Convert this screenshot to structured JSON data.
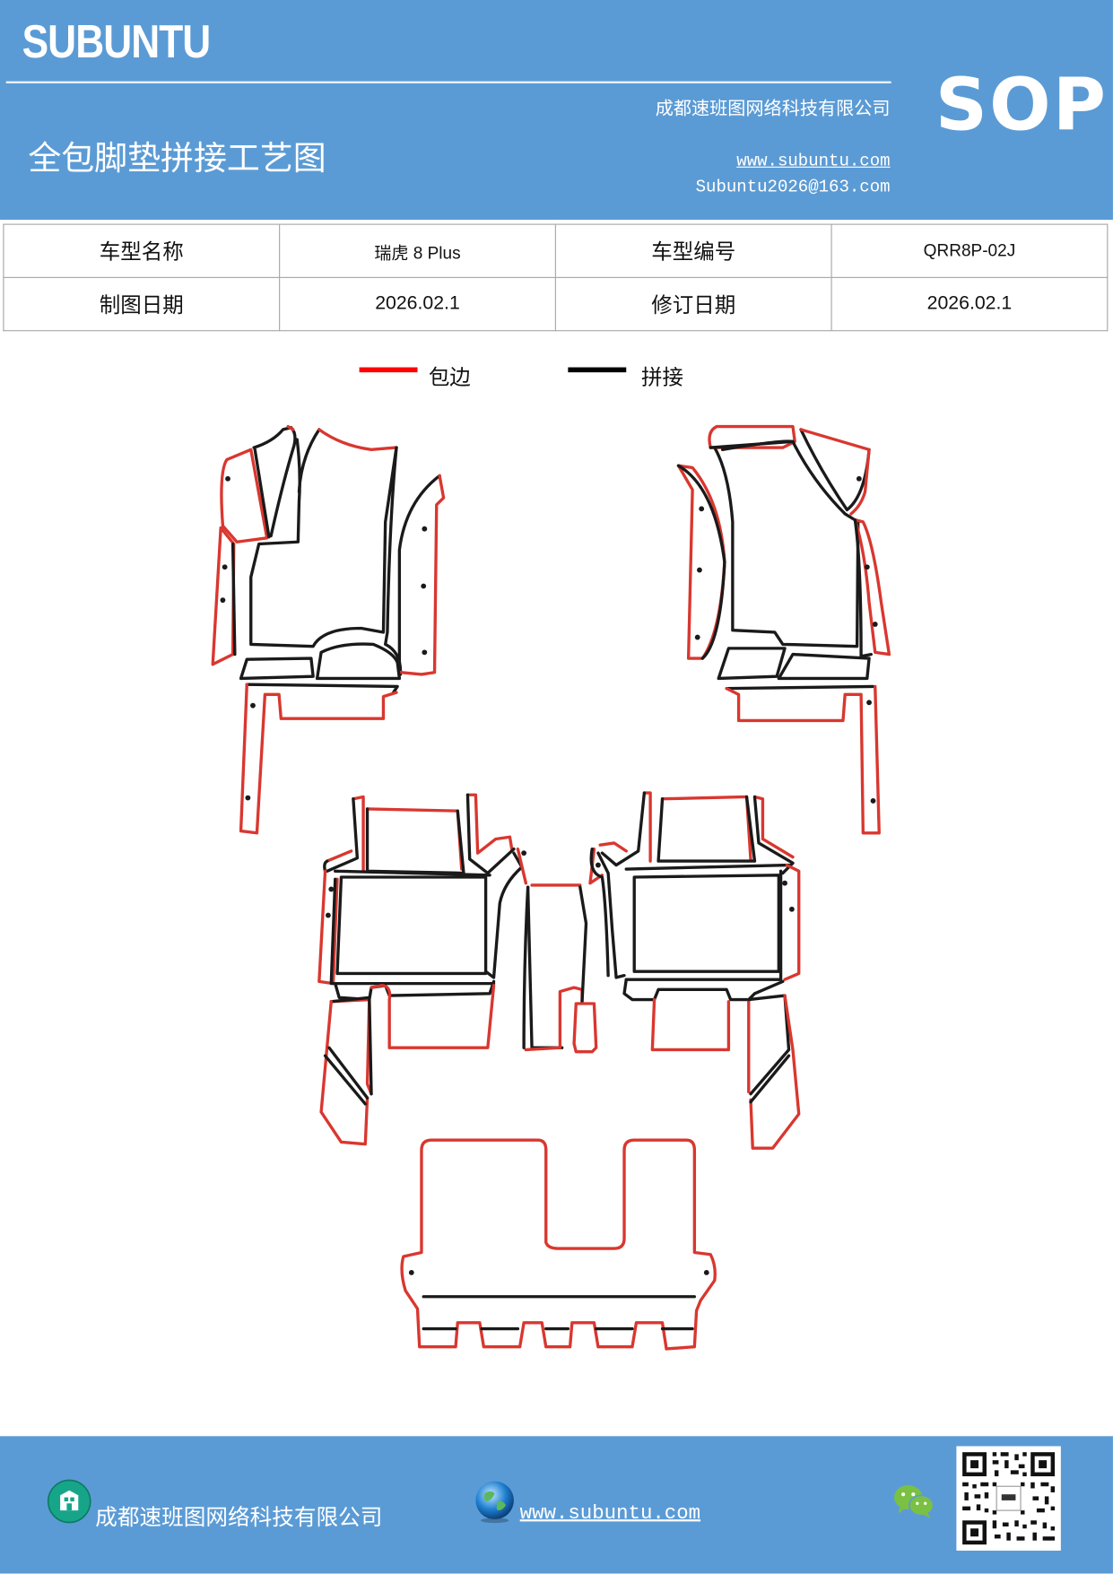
{
  "header": {
    "brand": "SUBUNTU",
    "company": "成都速班图网络科技有限公司",
    "title": "全包脚垫拼接工艺图",
    "website": "www.subuntu.com",
    "email": "Subuntu2026@163.com",
    "badge": "SOP"
  },
  "info_table": {
    "model_name_label": "车型名称",
    "model_name_value": "瑞虎 8 Plus",
    "model_code_label": "车型编号",
    "model_code_value": "QRR8P-02J",
    "draw_date_label": "制图日期",
    "draw_date_value": "2026.02.1",
    "revise_date_label": "修订日期",
    "revise_date_value": "2026.02.1"
  },
  "legend": [
    {
      "label": "包边",
      "color": "#ff0000"
    },
    {
      "label": "拼接",
      "color": "#000000"
    }
  ],
  "drawing": {
    "edge_color": "#d9372f",
    "seam_color": "#1a1a1a"
  },
  "footer": {
    "company": "成都速班图网络科技有限公司",
    "website": "www.subuntu.com",
    "icons": [
      "building-icon",
      "globe-icon",
      "wechat-icon"
    ]
  },
  "colors": {
    "header_bg": "#5b9bd5"
  }
}
